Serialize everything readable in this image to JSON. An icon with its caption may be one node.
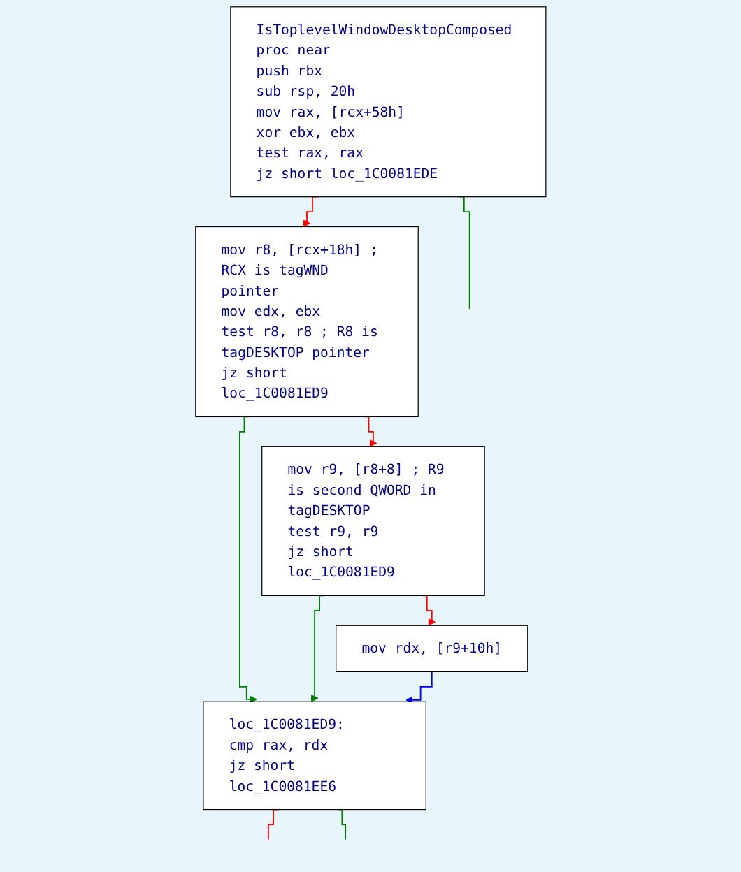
{
  "diagram": {
    "nodes": [
      {
        "text": [
          "IsToplevelWindowDesktopComposed proc near",
          "push rbx",
          "sub rsp, 20h",
          "mov rax, [rcx+58h]",
          "xor ebx, ebx",
          "test rax, rax",
          "jz short loc_1C0081EDE"
        ]
      },
      {
        "text": [
          "mov r8, [rcx+18h] ; RCX is tagWND pointer",
          "mov edx, ebx",
          "test r8, r8 ; R8 is tagDESKTOP pointer",
          "jz short loc_1C0081ED9"
        ]
      },
      {
        "text": [
          "mov r9, [r8+8] ; R9 is second QWORD in tagDESKTOP",
          "test r9, r9",
          "jz short loc_1C0081ED9"
        ]
      },
      {
        "text": [
          "mov rdx, [r9+10h]"
        ]
      },
      {
        "text": [
          "loc_1C0081ED9:",
          "cmp rax, rdx",
          "jz short loc_1C0081EE6"
        ]
      }
    ],
    "edges": [
      {
        "from": 0,
        "to": 1,
        "arrow": "to",
        "color": "#ff0000"
      },
      {
        "from": 0,
        "to": null,
        "arrow": "none",
        "color": "#008000"
      },
      {
        "from": 1,
        "to": 2,
        "arrow": "to",
        "color": "#ff0000"
      },
      {
        "from": 1,
        "to": 4,
        "arrow": "to",
        "color": "#008000"
      },
      {
        "from": 2,
        "to": 3,
        "arrow": "to",
        "color": "#ff0000"
      },
      {
        "from": 2,
        "to": 4,
        "arrow": "to",
        "color": "#008000"
      },
      {
        "from": 3,
        "to": 4,
        "arrow": "to",
        "color": "#0000ff"
      },
      {
        "from": 4,
        "to": null,
        "arrow": "none",
        "color": "#ff0000"
      },
      {
        "from": 4,
        "to": null,
        "arrow": "none",
        "color": "#008000"
      }
    ]
  }
}
